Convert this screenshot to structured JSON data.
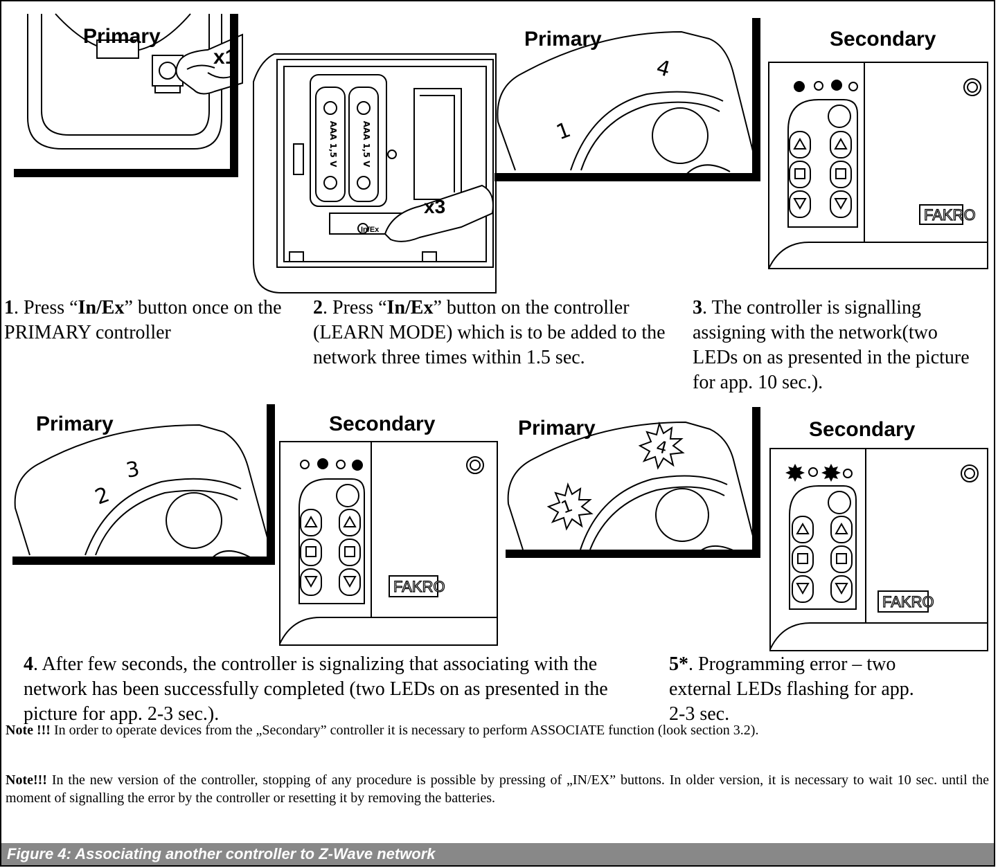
{
  "labels": {
    "primary": "Primary",
    "secondary": "Secondary",
    "x1": "x1",
    "x3": "x3",
    "battery": "AAA 1,5 V",
    "button_label": "In/Ex",
    "brand": "FAKRO"
  },
  "steps": [
    {
      "num": "1",
      "pre": ". Press “",
      "bold": "In/Ex",
      "post": "” button once on the PRIMARY controller"
    },
    {
      "num": "2",
      "pre": ". Press “",
      "bold": "In/Ex",
      "post": "” button on the controller (LEARN MODE) which is to be added to the network three times within 1.5 sec."
    },
    {
      "num": "3",
      "pre": ". The controller is signalling assigning with the network(two LEDs on as presented in the picture for app. 10 sec.).",
      "bold": "",
      "post": ""
    },
    {
      "num": "4",
      "pre": ". After few seconds, the controller is signalizing that associating with the network has been successfully completed (two LEDs on as presented in the picture for app. 2-3 sec.).",
      "bold": "",
      "post": ""
    },
    {
      "num": "5*",
      "pre": ". Programming error – two external LEDs flashing for app. 2-3 sec.",
      "bold": "",
      "post": ""
    }
  ],
  "marks": {
    "panel3_a": "1",
    "panel3_b": "4",
    "panel4_a": "2",
    "panel4_b": "3",
    "panel6_a": "1",
    "panel6_b": "4"
  },
  "notes": [
    {
      "bold": "Note !!!",
      "text": " In  order to operate devices from the „Secondary” controller  it is necessary to perform  ASSOCIATE function (look section 3.2)."
    },
    {
      "bold": "Note!!!",
      "text": " In the new version of the controller, stopping of any procedure is possible by pressing of  „IN/EX” buttons. In older version, it is necessary to wait 10 sec. until the moment of signalling the error by the controller or resetting it by removing the batteries."
    }
  ],
  "figure_caption": "Figure 4: Associating another controller to Z-Wave network"
}
